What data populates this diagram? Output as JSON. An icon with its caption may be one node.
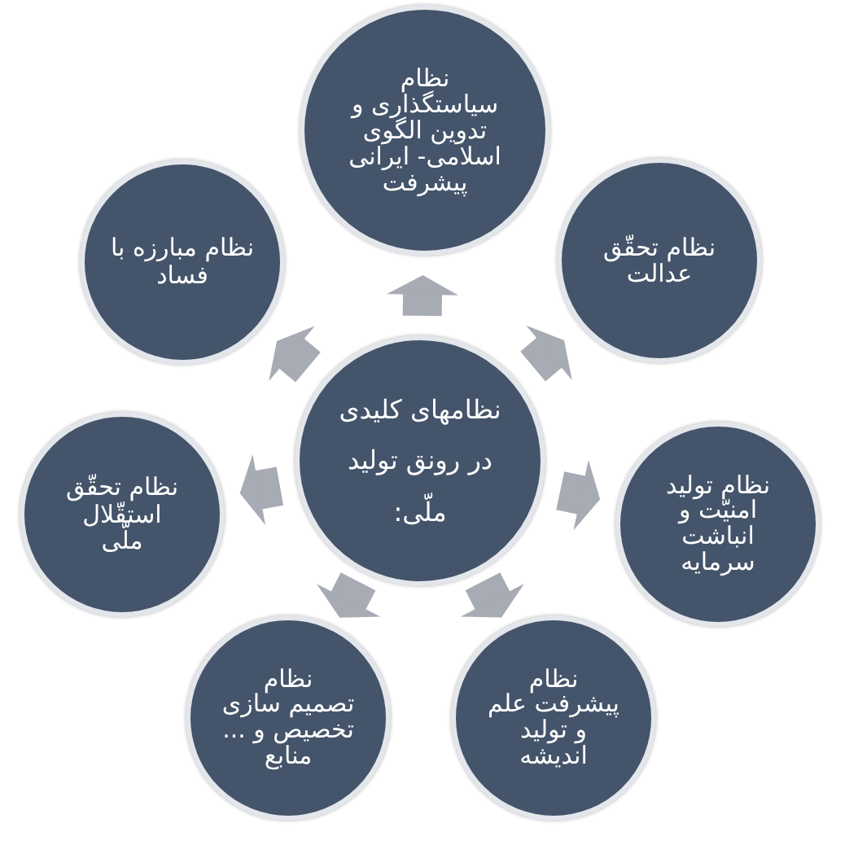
{
  "diagram": {
    "nodes": [
      {
        "text": [
          "نظامهای کلیدی در رونق تولید ملّی:"
        ]
      },
      {
        "text": [
          "نظام سیاستگذاری و تدوین الگوی اسلامی- ایرانی پیشرفت"
        ]
      },
      {
        "text": [
          "نظام تحقّق عدالت"
        ]
      },
      {
        "text": [
          "نظام تولید امنیّت و انباشت سرمایه"
        ]
      },
      {
        "text": [
          "نظام پیشرفت علم و تولید اندیشه"
        ]
      },
      {
        "text": [
          "نظام تصمیم سازی تخصیص و ... منابع"
        ]
      },
      {
        "text": [
          "نظام تحقّق استقّلال ملّی"
        ]
      },
      {
        "text": [
          "نظام مبارزه با فساد"
        ]
      }
    ],
    "edges": [
      {
        "from": 0,
        "to": 1,
        "arrow": "to"
      },
      {
        "from": 0,
        "to": 2,
        "arrow": "to"
      },
      {
        "from": 0,
        "to": 3,
        "arrow": "to"
      },
      {
        "from": 0,
        "to": 4,
        "arrow": "to"
      },
      {
        "from": 0,
        "to": 5,
        "arrow": "to"
      },
      {
        "from": 0,
        "to": 6,
        "arrow": "to"
      },
      {
        "from": 0,
        "to": 7,
        "arrow": "to"
      }
    ]
  }
}
